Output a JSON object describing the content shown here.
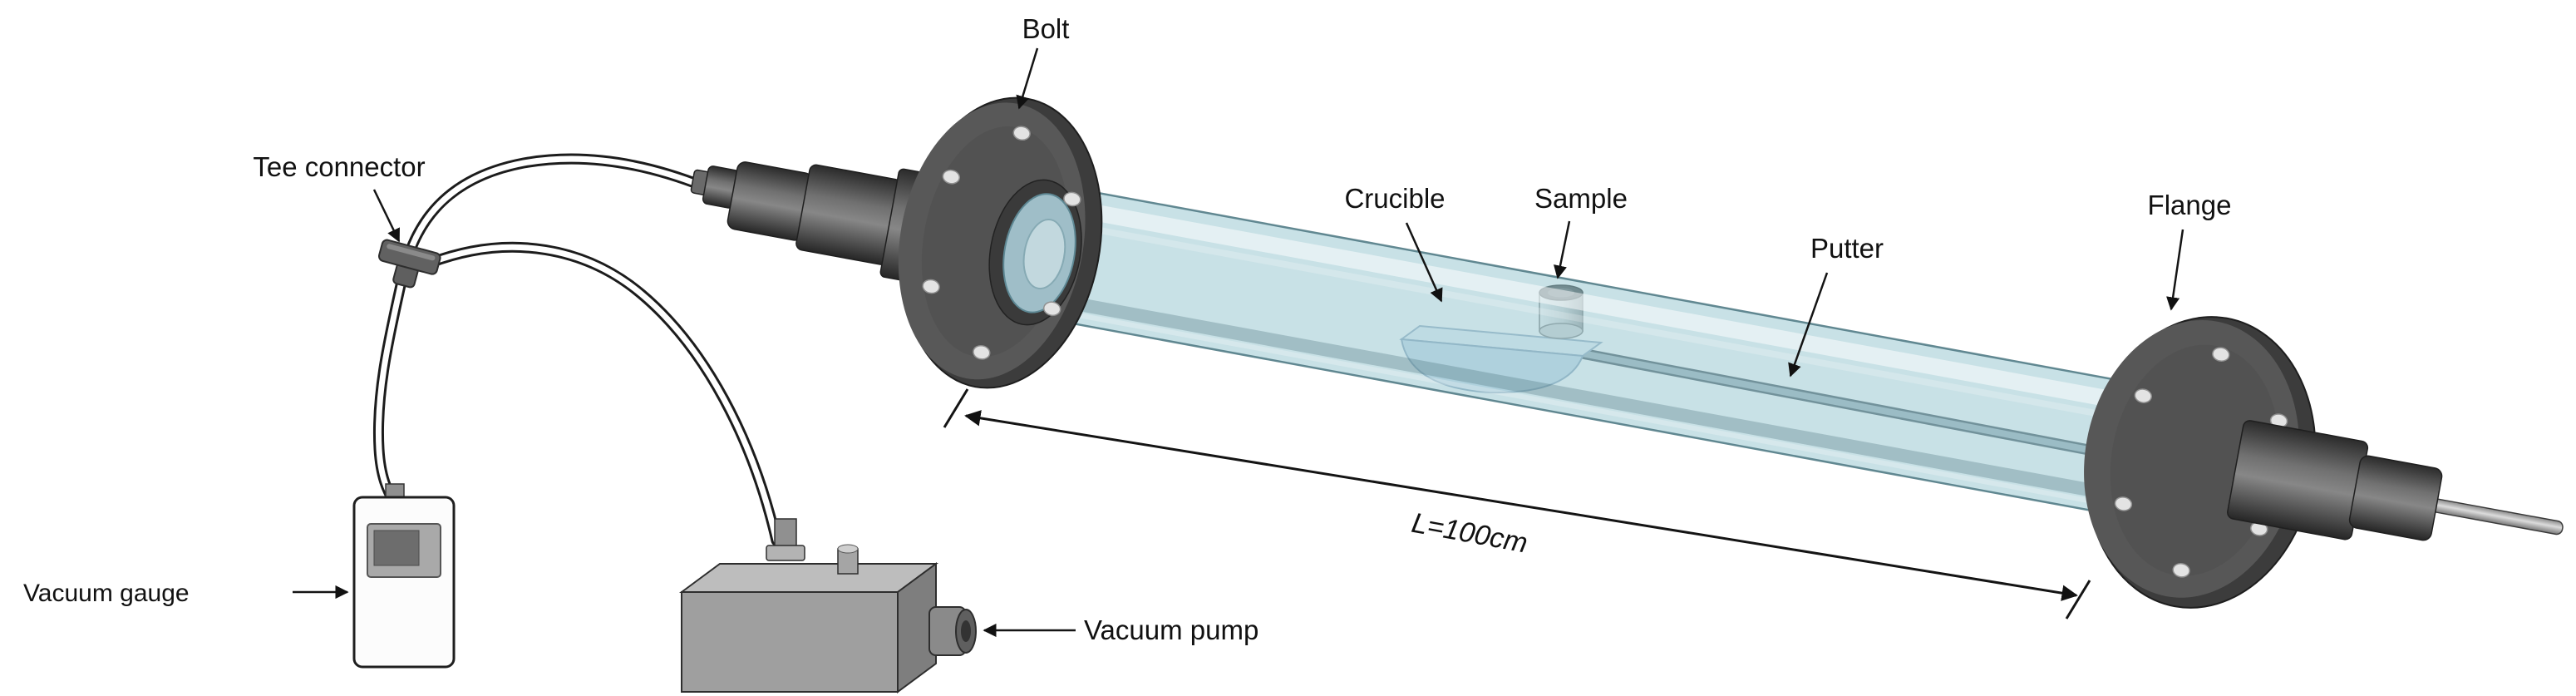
{
  "labels": {
    "bolt": "Bolt",
    "tee_connector": "Tee connector",
    "crucible": "Crucible",
    "sample": "Sample",
    "putter": "Putter",
    "flange": "Flange",
    "vacuum_gauge": "Vacuum gauge",
    "vacuum_pump": "Vacuum pump"
  },
  "dimension": {
    "tube_length": "L=100cm"
  },
  "colors": {
    "glass_tube": "#96c5d0",
    "metal_dark": "#4a4a4a",
    "flange_face": "#575757",
    "pump_body": "#9f9f9f",
    "crucible": "#cadded",
    "hose_outline": "#1c1c1c",
    "label_text": "#111111",
    "background": "#ffffff"
  }
}
